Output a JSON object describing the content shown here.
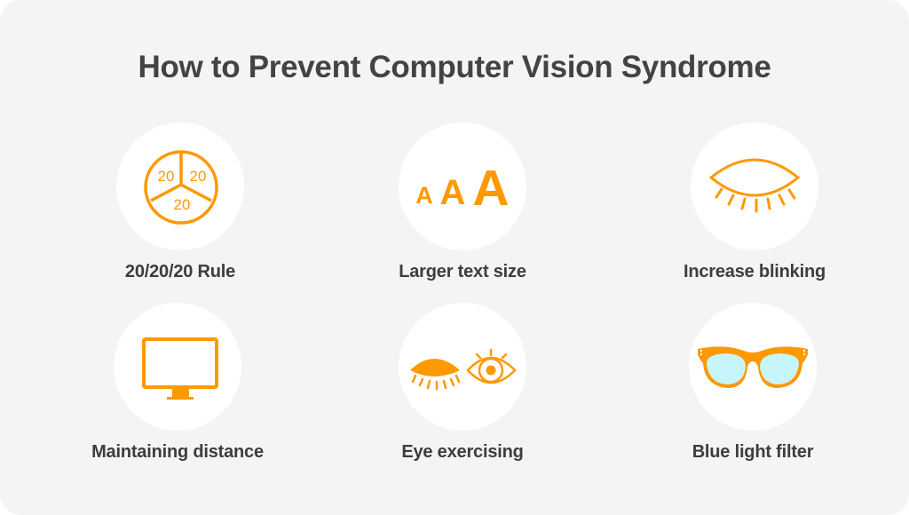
{
  "title": "How to Prevent Computer Vision Syndrome",
  "colors": {
    "background": "#f4f4f4",
    "circle": "#ffffff",
    "accent": "#ff9900",
    "lens": "#c6f6fb",
    "text": "#3d3d3d"
  },
  "items": [
    {
      "label": "20/20/20 Rule",
      "icon": "twenty-twenty-twenty-icon",
      "icon_text": [
        "20",
        "20",
        "20"
      ]
    },
    {
      "label": "Larger text size",
      "icon": "text-size-icon",
      "icon_text": [
        "A",
        "A",
        "A"
      ]
    },
    {
      "label": "Increase blinking",
      "icon": "closed-eye-icon"
    },
    {
      "label": "Maintaining distance",
      "icon": "monitor-icon"
    },
    {
      "label": "Eye exercising",
      "icon": "eye-exercise-icon"
    },
    {
      "label": "Blue light filter",
      "icon": "glasses-icon"
    }
  ]
}
